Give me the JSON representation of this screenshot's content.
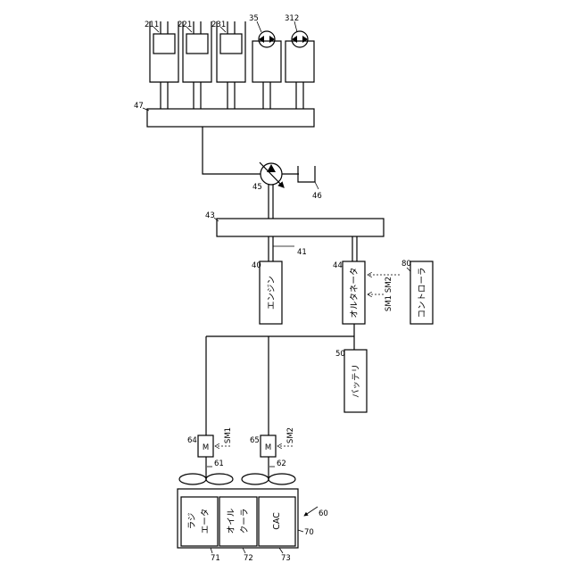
{
  "labels": {
    "cyl_211": "211",
    "cyl_221": "221",
    "cyl_231": "231",
    "motor_35": "35",
    "motor_312": "312",
    "valve_47": "47",
    "pump_45": "45",
    "tank_46": "46",
    "pto_43": "43",
    "shaft_41": "41",
    "engine_40": "40",
    "alternator_44": "44",
    "controller_80": "80",
    "battery_50": "50",
    "motor_m_64": "64",
    "motor_m_65": "65",
    "fan_61": "61",
    "fan_62": "62",
    "cooler_unit_70": "70",
    "cooling_group_60": "60",
    "radiator_71": "71",
    "oil_cooler_72": "72",
    "cac_73": "73"
  },
  "blocks": {
    "engine": "エンジン",
    "alternator": "オルタネータ",
    "controller": "コントローラ",
    "battery": "バッテリ",
    "radiator_l1": "ラジ",
    "radiator_l2": "エータ",
    "oil_cooler_l1": "オイル",
    "oil_cooler_l2": "クーラ",
    "cac": "CAC",
    "motor_m1": "M",
    "motor_m2": "M"
  },
  "signals": {
    "sm1_alt": "SM1",
    "sm2_alt": "SM2",
    "sm1_fan": "SM1",
    "sm2_fan": "SM2"
  }
}
